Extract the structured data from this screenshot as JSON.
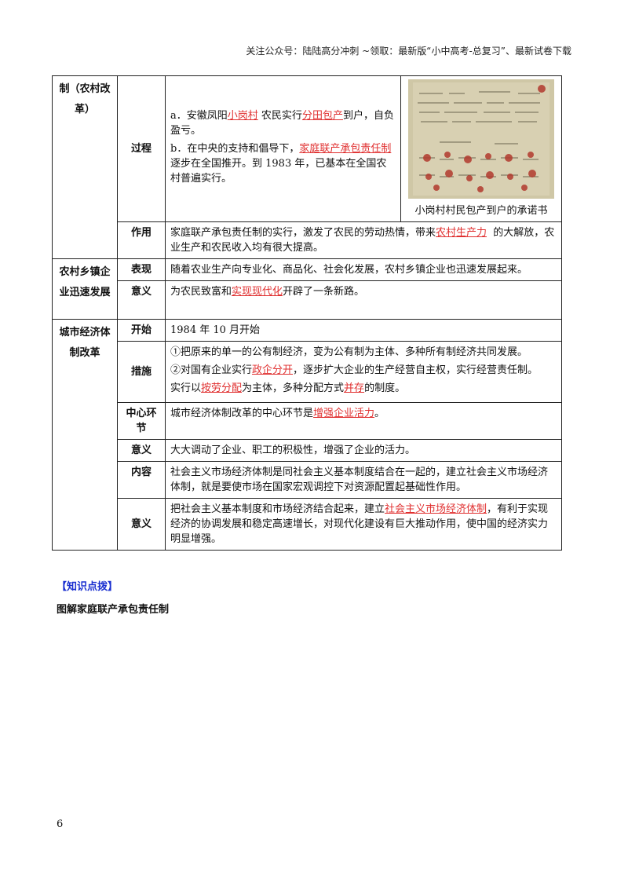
{
  "header": "关注公众号：陆陆高分冲刺 ~领取：最新版“小中高考-总复习”、最新试卷下载",
  "row1": {
    "category": "制（农村改革）",
    "process_label": "过程",
    "a_pre": "a．安徽凤阳",
    "a_blank1": "小岗村",
    "a_mid": "农民实行",
    "a_blank2": "分田包产",
    "a_post": "到户，自负盈亏。",
    "b_pre": "b．在中央的支持和倡导下，",
    "b_blank": "家庭联产承包责任制",
    "b_post": "逐步在全国推开。到 1983 年，已基本在全国农村普遍实行。",
    "caption": "小岗村村民包产到户的承诺书",
    "effect_label": "作用",
    "effect_pre": "家庭联产承包责任制的实行，激发了农民的劳动热情，带来",
    "effect_blank": "农村生产力",
    "effect_post": "的大解放，农业生产和农民收入均有很大提高。"
  },
  "row2": {
    "category": "农村乡镇企业迅速发展",
    "perf_label": "表现",
    "perf_text": "随着农业生产向专业化、商品化、社会化发展，农村乡镇企业也迅速发展起来。",
    "sig_label": "意义",
    "sig_pre": "为农民致富和",
    "sig_blank": "实现现代化",
    "sig_post": "开辟了一条新路。"
  },
  "row3": {
    "category": "城市经济体制改革",
    "start_label": "开始",
    "start_text": "1984 年 10 月开始",
    "measures_label": "措施",
    "m1": "①把原来的单一的公有制经济，变为公有制为主体、多种所有制经济共同发展。",
    "m2_pre": "②对国有企业实行",
    "m2_blank": "政企分开",
    "m2_post": "，逐步扩大企业的生产经营自主权，实行经营责任制。",
    "m3_pre": "实行以",
    "m3_blank1": "按劳分配",
    "m3_mid": "为主体，多种分配方式",
    "m3_blank2": "并存",
    "m3_post": "的制度。",
    "center_label": "中心环节",
    "center_pre": "城市经济体制改革的中心环节是",
    "center_blank": "增强企业活力",
    "center_post": "。",
    "sig_label": "意义",
    "sig_text": "大大调动了企业、职工的积极性，增强了企业的活力。",
    "content_label": "内容",
    "content_text": "社会主义市场经济体制是同社会主义基本制度结合在一起的，建立社会主义市场经济体制，就是要使市场在国家宏观调控下对资源配置起基础性作用。",
    "sig2_label": "意义",
    "sig2_pre": "把社会主义基本制度和市场经济结合起来，建立",
    "sig2_blank": "社会主义市场经济体制",
    "sig2_post": "，有利于实现经济的协调发展和稳定高速增长，对现代化建设有巨大推动作用，使中国的经济实力明显增强。"
  },
  "highlight_label": "【知识点拨】",
  "section_title": "图解家庭联产承包责任制",
  "page_number": "6"
}
